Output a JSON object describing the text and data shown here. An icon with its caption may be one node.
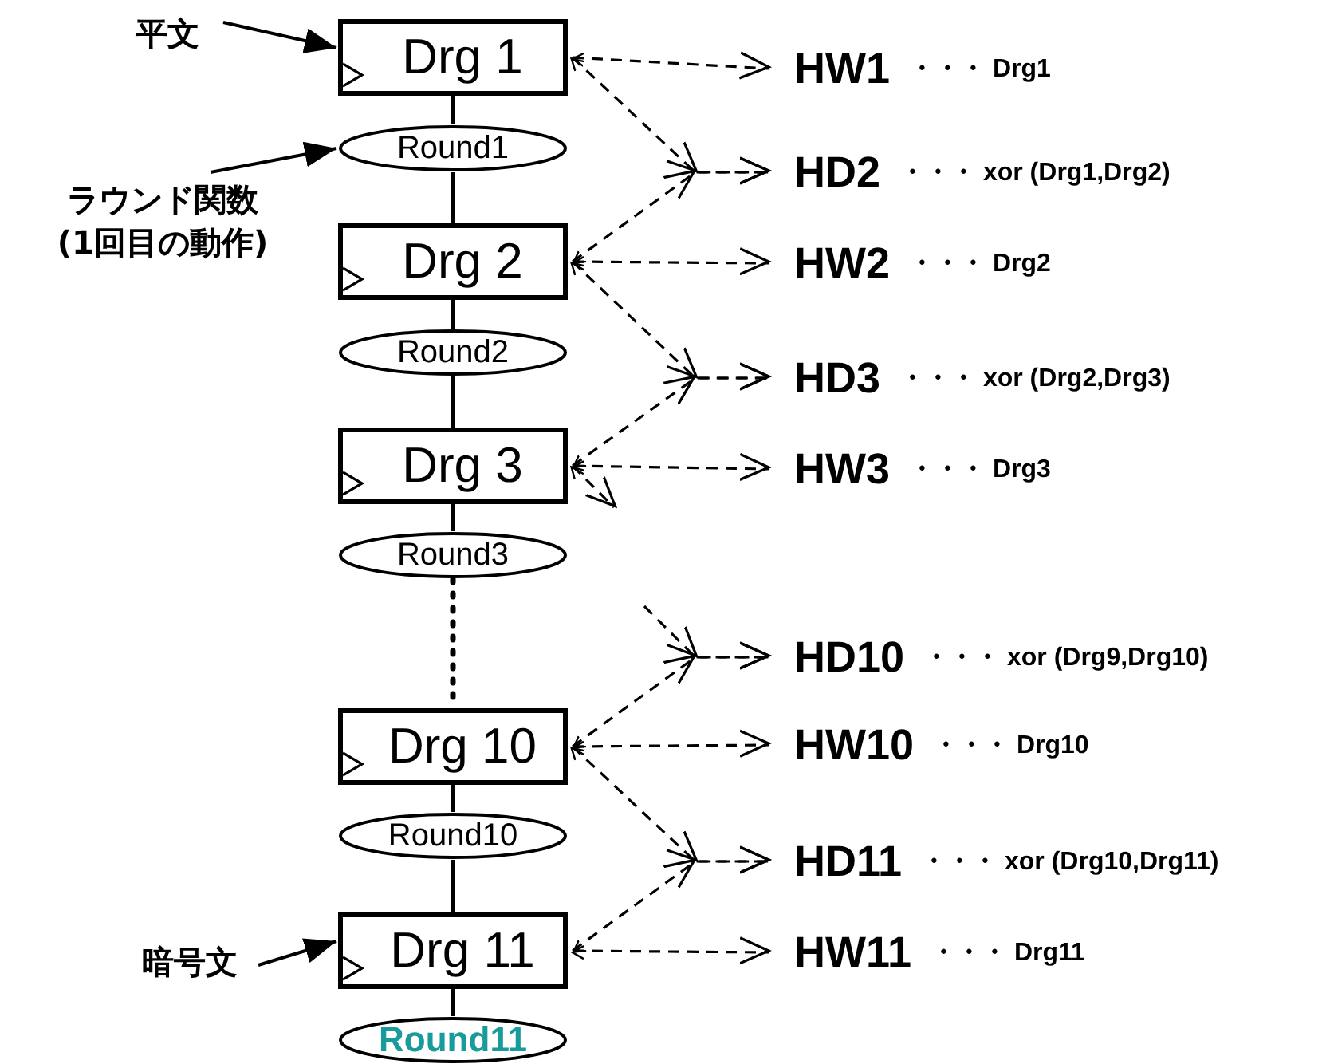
{
  "diagram": {
    "nodes": [
      {
        "text": [
          "平文"
        ]
      },
      {
        "text": [
          "Drg 1"
        ]
      },
      {
        "text": [
          "Round1"
        ]
      },
      {
        "text": [
          "ラウンド関数(1回目の動作)"
        ]
      },
      {
        "text": [
          "Drg 2"
        ]
      },
      {
        "text": [
          "Round2"
        ]
      },
      {
        "text": [
          "Drg 3"
        ]
      },
      {
        "text": [
          "Round3"
        ]
      },
      {
        "text": [
          "Drg 10"
        ]
      },
      {
        "text": [
          "Round10"
        ]
      },
      {
        "text": [
          "暗号文"
        ]
      },
      {
        "text": [
          "Drg 11"
        ]
      },
      {
        "text": [
          "Round11"
        ]
      },
      {
        "text": [
          "HW1"
        ],
        "beside": [
          "・・・ Drg1"
        ]
      },
      {
        "text": [
          "HD2"
        ],
        "beside": [
          "・・・ xor (Drg1,Drg2)"
        ]
      },
      {
        "text": [
          "HW2"
        ],
        "beside": [
          "・・・ Drg2"
        ]
      },
      {
        "text": [
          "HD3"
        ],
        "beside": [
          "・・・ xor (Drg2,Drg3)"
        ]
      },
      {
        "text": [
          "HW3"
        ],
        "beside": [
          "・・・ Drg3"
        ]
      },
      {
        "text": [
          "HD10"
        ],
        "beside": [
          "・・・ xor (Drg9,Drg10)"
        ]
      },
      {
        "text": [
          "HW10"
        ],
        "beside": [
          "・・・ Drg10"
        ]
      },
      {
        "text": [
          "HD11"
        ],
        "beside": [
          "・・・ xor (Drg10,Drg11)"
        ]
      },
      {
        "text": [
          "HW11"
        ],
        "beside": [
          "・・・ Drg11"
        ]
      }
    ],
    "edges": [
      {
        "from": 1,
        "to": 2,
        "arrow": "none"
      },
      {
        "from": 2,
        "to": 4,
        "arrow": "none"
      },
      {
        "from": 4,
        "to": 5,
        "arrow": "none"
      },
      {
        "from": 5,
        "to": 6,
        "arrow": "none"
      },
      {
        "from": 6,
        "to": 7,
        "arrow": "none"
      },
      {
        "from": 7,
        "to": 8,
        "arrow": "none",
        "style": "dashed"
      },
      {
        "from": 8,
        "to": 9,
        "arrow": "none"
      },
      {
        "from": 9,
        "to": 11,
        "arrow": "none"
      },
      {
        "from": 11,
        "to": 12,
        "arrow": "none"
      },
      {
        "from": 0,
        "to": 1,
        "arrow": "to"
      },
      {
        "from": 3,
        "to": 2,
        "arrow": "to"
      },
      {
        "from": 10,
        "to": 11,
        "arrow": "to"
      },
      {
        "from": 1,
        "to": 13,
        "arrow": "both",
        "style": "dashed"
      },
      {
        "from": 1,
        "to": 14,
        "arrow": "both",
        "style": "dashed"
      },
      {
        "from": 4,
        "to": 14,
        "arrow": "both",
        "style": "dashed"
      },
      {
        "from": 4,
        "to": 15,
        "arrow": "both",
        "style": "dashed"
      },
      {
        "from": 4,
        "to": 16,
        "arrow": "both",
        "style": "dashed"
      },
      {
        "from": 6,
        "to": 16,
        "arrow": "both",
        "style": "dashed"
      },
      {
        "from": 6,
        "to": 17,
        "arrow": "both",
        "style": "dashed"
      },
      {
        "from": 6,
        "to": null,
        "arrow": "both",
        "style": "dashed"
      },
      {
        "from": null,
        "to": 18,
        "arrow": "to",
        "style": "dashed"
      },
      {
        "from": 8,
        "to": 18,
        "arrow": "both",
        "style": "dashed"
      },
      {
        "from": 8,
        "to": 19,
        "arrow": "both",
        "style": "dashed"
      },
      {
        "from": 8,
        "to": 20,
        "arrow": "both",
        "style": "dashed"
      },
      {
        "from": 11,
        "to": 20,
        "arrow": "both",
        "style": "dashed"
      },
      {
        "from": 11,
        "to": 21,
        "arrow": "both",
        "style": "dashed"
      }
    ]
  }
}
